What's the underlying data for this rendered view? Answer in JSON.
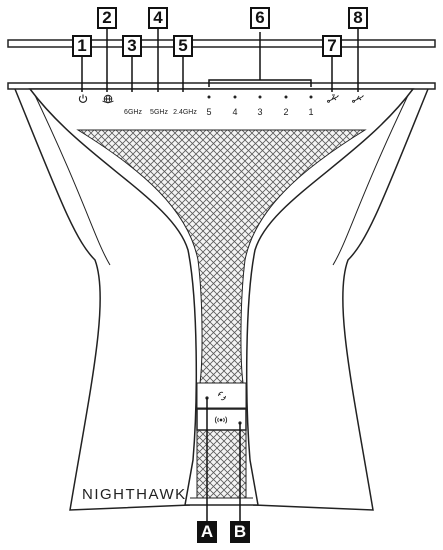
{
  "callouts": {
    "c1": "1",
    "c2": "2",
    "c3": "3",
    "c4": "4",
    "c5": "5",
    "c6": "6",
    "c7": "7",
    "c8": "8",
    "cA": "A",
    "cB": "B"
  },
  "led_labels": {
    "ghz6": "6GHz",
    "ghz5": "5GHz",
    "ghz24": "2.4GHz",
    "port5": "5",
    "port4": "4",
    "port3": "3",
    "port2": "2",
    "port1": "1"
  },
  "brand": "NIGHTHAWK",
  "icons": [
    "power-icon",
    "internet-globe-icon",
    "usb-icon",
    "usb-icon",
    "wps-icon",
    "wifi-icon"
  ]
}
